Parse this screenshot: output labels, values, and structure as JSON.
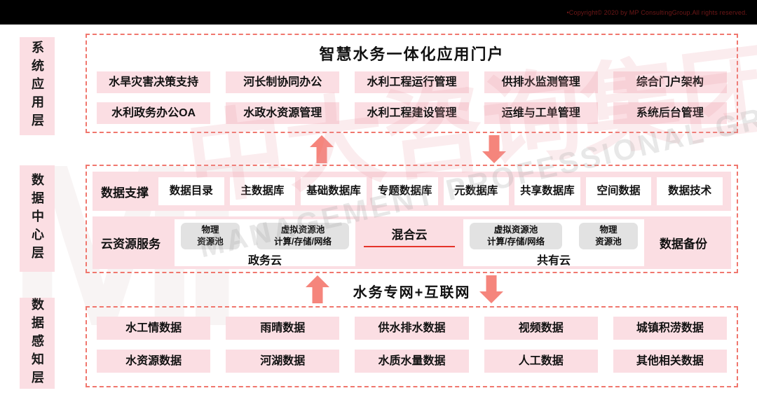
{
  "topbar": {
    "copyright": "•Copyright© 2020 by MP ConsultingGroup.All rights reserved."
  },
  "layers": [
    {
      "label": "系统应用层"
    },
    {
      "label": "数据中心层"
    },
    {
      "label": "数据感知层"
    }
  ],
  "app": {
    "title": "智慧水务一体化应用门户",
    "rows": [
      [
        "水旱灾害决策支持",
        "河长制协同办公",
        "水利工程运行管理",
        "供排水监测管理",
        "综合门户架构"
      ],
      [
        "水利政务办公OA",
        "水政水资源管理",
        "水利工程建设管理",
        "运维与工单管理",
        "系统后台管理"
      ]
    ]
  },
  "dc": {
    "support": {
      "label": "数据支撑",
      "items": [
        "数据目录",
        "主数据库",
        "基础数据库",
        "专题数据库",
        "元数据库",
        "共享数据库",
        "空间数据",
        "数据技术"
      ]
    },
    "cloud": {
      "label": "云资源服务",
      "gov": {
        "label": "政务云",
        "boxes": [
          "物理\n资源池",
          "虚拟资源池\n计算/存储/网络"
        ]
      },
      "hybrid": "混合云",
      "pub": {
        "label": "共有云",
        "boxes": [
          "虚拟资源池\n计算/存储/网络",
          "物理\n资源池"
        ]
      },
      "backup": "数据备份"
    }
  },
  "network": {
    "label": "水务专网+互联网"
  },
  "sense": {
    "rows": [
      [
        "水工情数据",
        "雨晴数据",
        "供水排水数据",
        "视频数据",
        "城镇积涝数据"
      ],
      [
        "水资源数据",
        "河湖数据",
        "水质水量数据",
        "人工数据",
        "其他相关数据"
      ]
    ]
  },
  "watermark": {
    "logo": "MP",
    "cn": "中大咨询集团",
    "en": "MANAGEMENT PROFESSIONAL GROUP"
  },
  "icons": {
    "up_arrow": "block-arrow-up",
    "down_arrow": "block-arrow-down"
  },
  "colors": {
    "accent_border": "#f0776e",
    "pink_fill": "#fbdee3",
    "arrow": "#f5857c",
    "gray_box": "#e2e2e2",
    "hybrid_line": "#e5342a",
    "topbar": "#000000",
    "copyright_text": "#701818"
  }
}
